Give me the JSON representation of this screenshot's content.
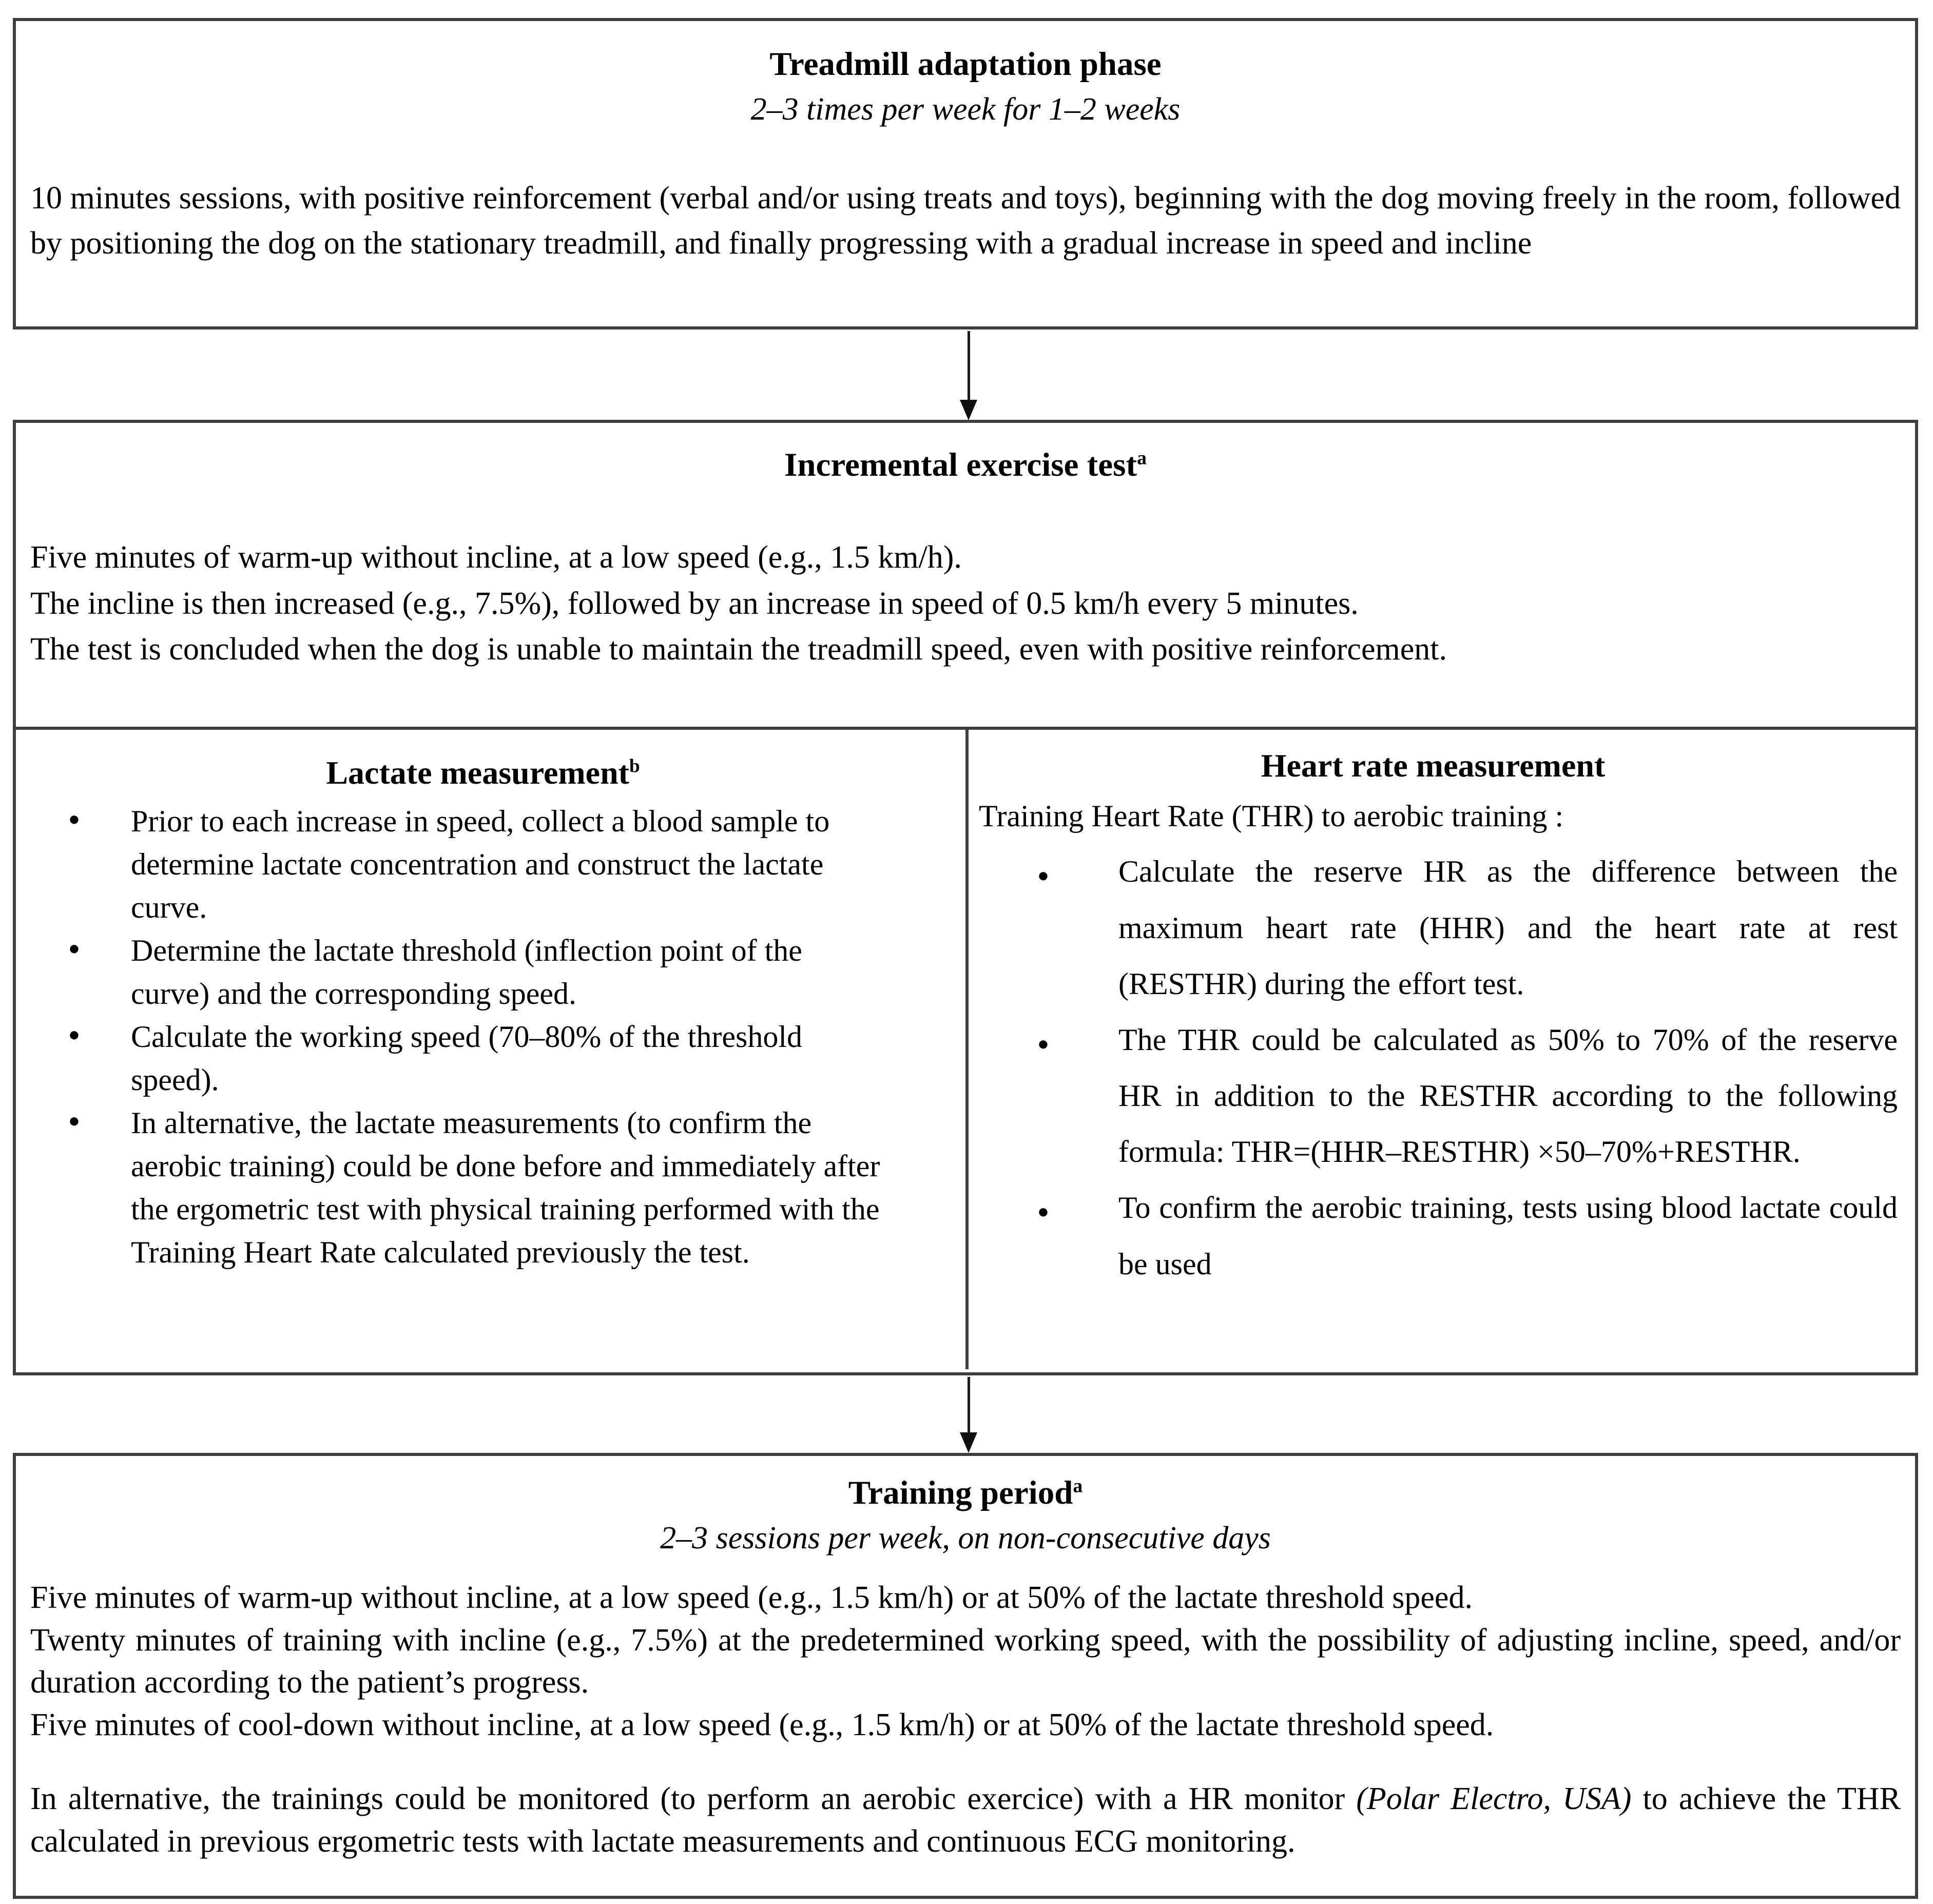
{
  "colors": {
    "background": "#ffffff",
    "border": "#3e3e3e",
    "text": "#000000"
  },
  "adaptation": {
    "title": "Treadmill adaptation phase",
    "subtitle": "2–3 times per week for 1–2 weeks",
    "body": "10 minutes sessions, with positive reinforcement (verbal and/or using treats and toys), beginning with the dog moving freely in the room, followed by positioning the dog on the stationary treadmill, and finally progressing with a gradual increase in speed and incline"
  },
  "incremental_test": {
    "title": "Incremental exercise test",
    "title_superscript": "a",
    "lines": [
      "Five minutes of warm-up without incline, at a low speed (e.g., 1.5 km/h).",
      "The incline is then increased (e.g., 7.5%), followed by an increase in speed of 0.5 km/h every 5 minutes.",
      "The test is concluded when the dog is unable to maintain the treadmill speed, even with positive reinforcement."
    ]
  },
  "lactate": {
    "title": "Lactate measurement",
    "title_superscript": "b",
    "bullets": [
      "Prior to each increase in speed, collect a blood sample to determine lactate concentration and construct the lactate curve.",
      "Determine the lactate threshold (inflection point of the curve) and the corresponding speed.",
      "Calculate the working speed (70–80% of the threshold speed).",
      "In alternative, the lactate measurements (to confirm the aerobic training) could be done before and immediately after the ergometric test with physical training performed with the Training Heart Rate calculated previously the test."
    ]
  },
  "heart_rate": {
    "title": "Heart rate measurement",
    "intro": "Training Heart Rate (THR) to aerobic training :",
    "bullets": [
      "Calculate the reserve HR as the difference between the maximum heart rate (HHR) and the heart rate at rest (RESTHR) during the effort test.",
      "The THR could be calculated as 50% to 70% of the reserve HR in addition to the RESTHR according to the following formula: THR=(HHR–RESTHR) ×50–70%+RESTHR.",
      "To confirm the aerobic training, tests using blood lactate could be used"
    ]
  },
  "training_period": {
    "title": "Training period",
    "title_superscript": "a",
    "subtitle": "2–3 sessions per week, on non-consecutive days",
    "paragraphs": [
      "Five minutes of warm-up without incline, at a low speed (e.g., 1.5 km/h) or at 50% of the lactate threshold speed.",
      "Twenty minutes of training with incline (e.g., 7.5%) at the predetermined working speed, with the possibility of adjusting incline, speed, and/or duration according to the patient’s progress.",
      "Five minutes of cool-down without incline, at a low speed (e.g., 1.5 km/h) or at 50% of the lactate threshold speed."
    ],
    "alt_prefix": "In alternative, the trainings could be monitored (to perform an aerobic exercice) with a HR monitor ",
    "alt_italic": "(Polar Electro, USA)",
    "alt_suffix": " to achieve the THR calculated in previous ergometric tests with lactate measurements and continuous ECG monitoring."
  }
}
